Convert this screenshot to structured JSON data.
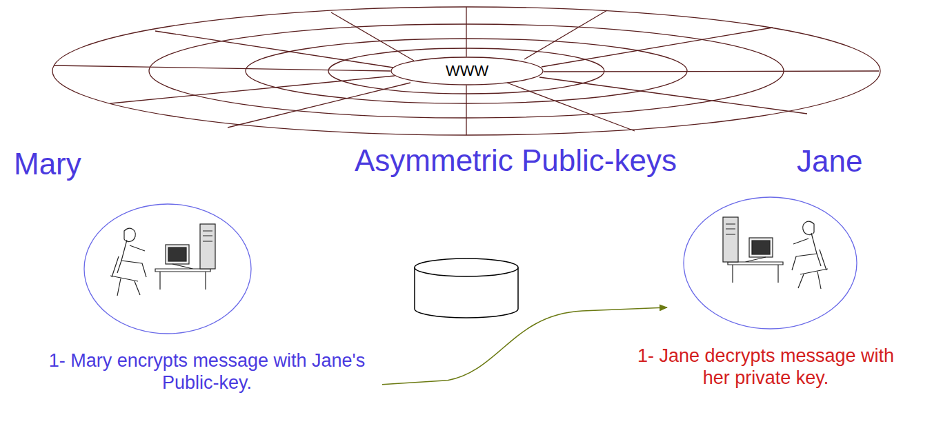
{
  "diagram": {
    "title": "Asymmetric Public-keys",
    "nodes": [
      {
        "text": [
          "WWW"
        ]
      },
      {
        "text": [
          "Mary",
          "1- Mary encrypts message with Jane's Public-key."
        ]
      },
      {
        "text": [
          "Jane",
          "1- Jane decrypts message with her private key."
        ]
      }
    ],
    "edges": [
      {
        "from": 1,
        "to": 2,
        "arrow": "to"
      }
    ]
  }
}
